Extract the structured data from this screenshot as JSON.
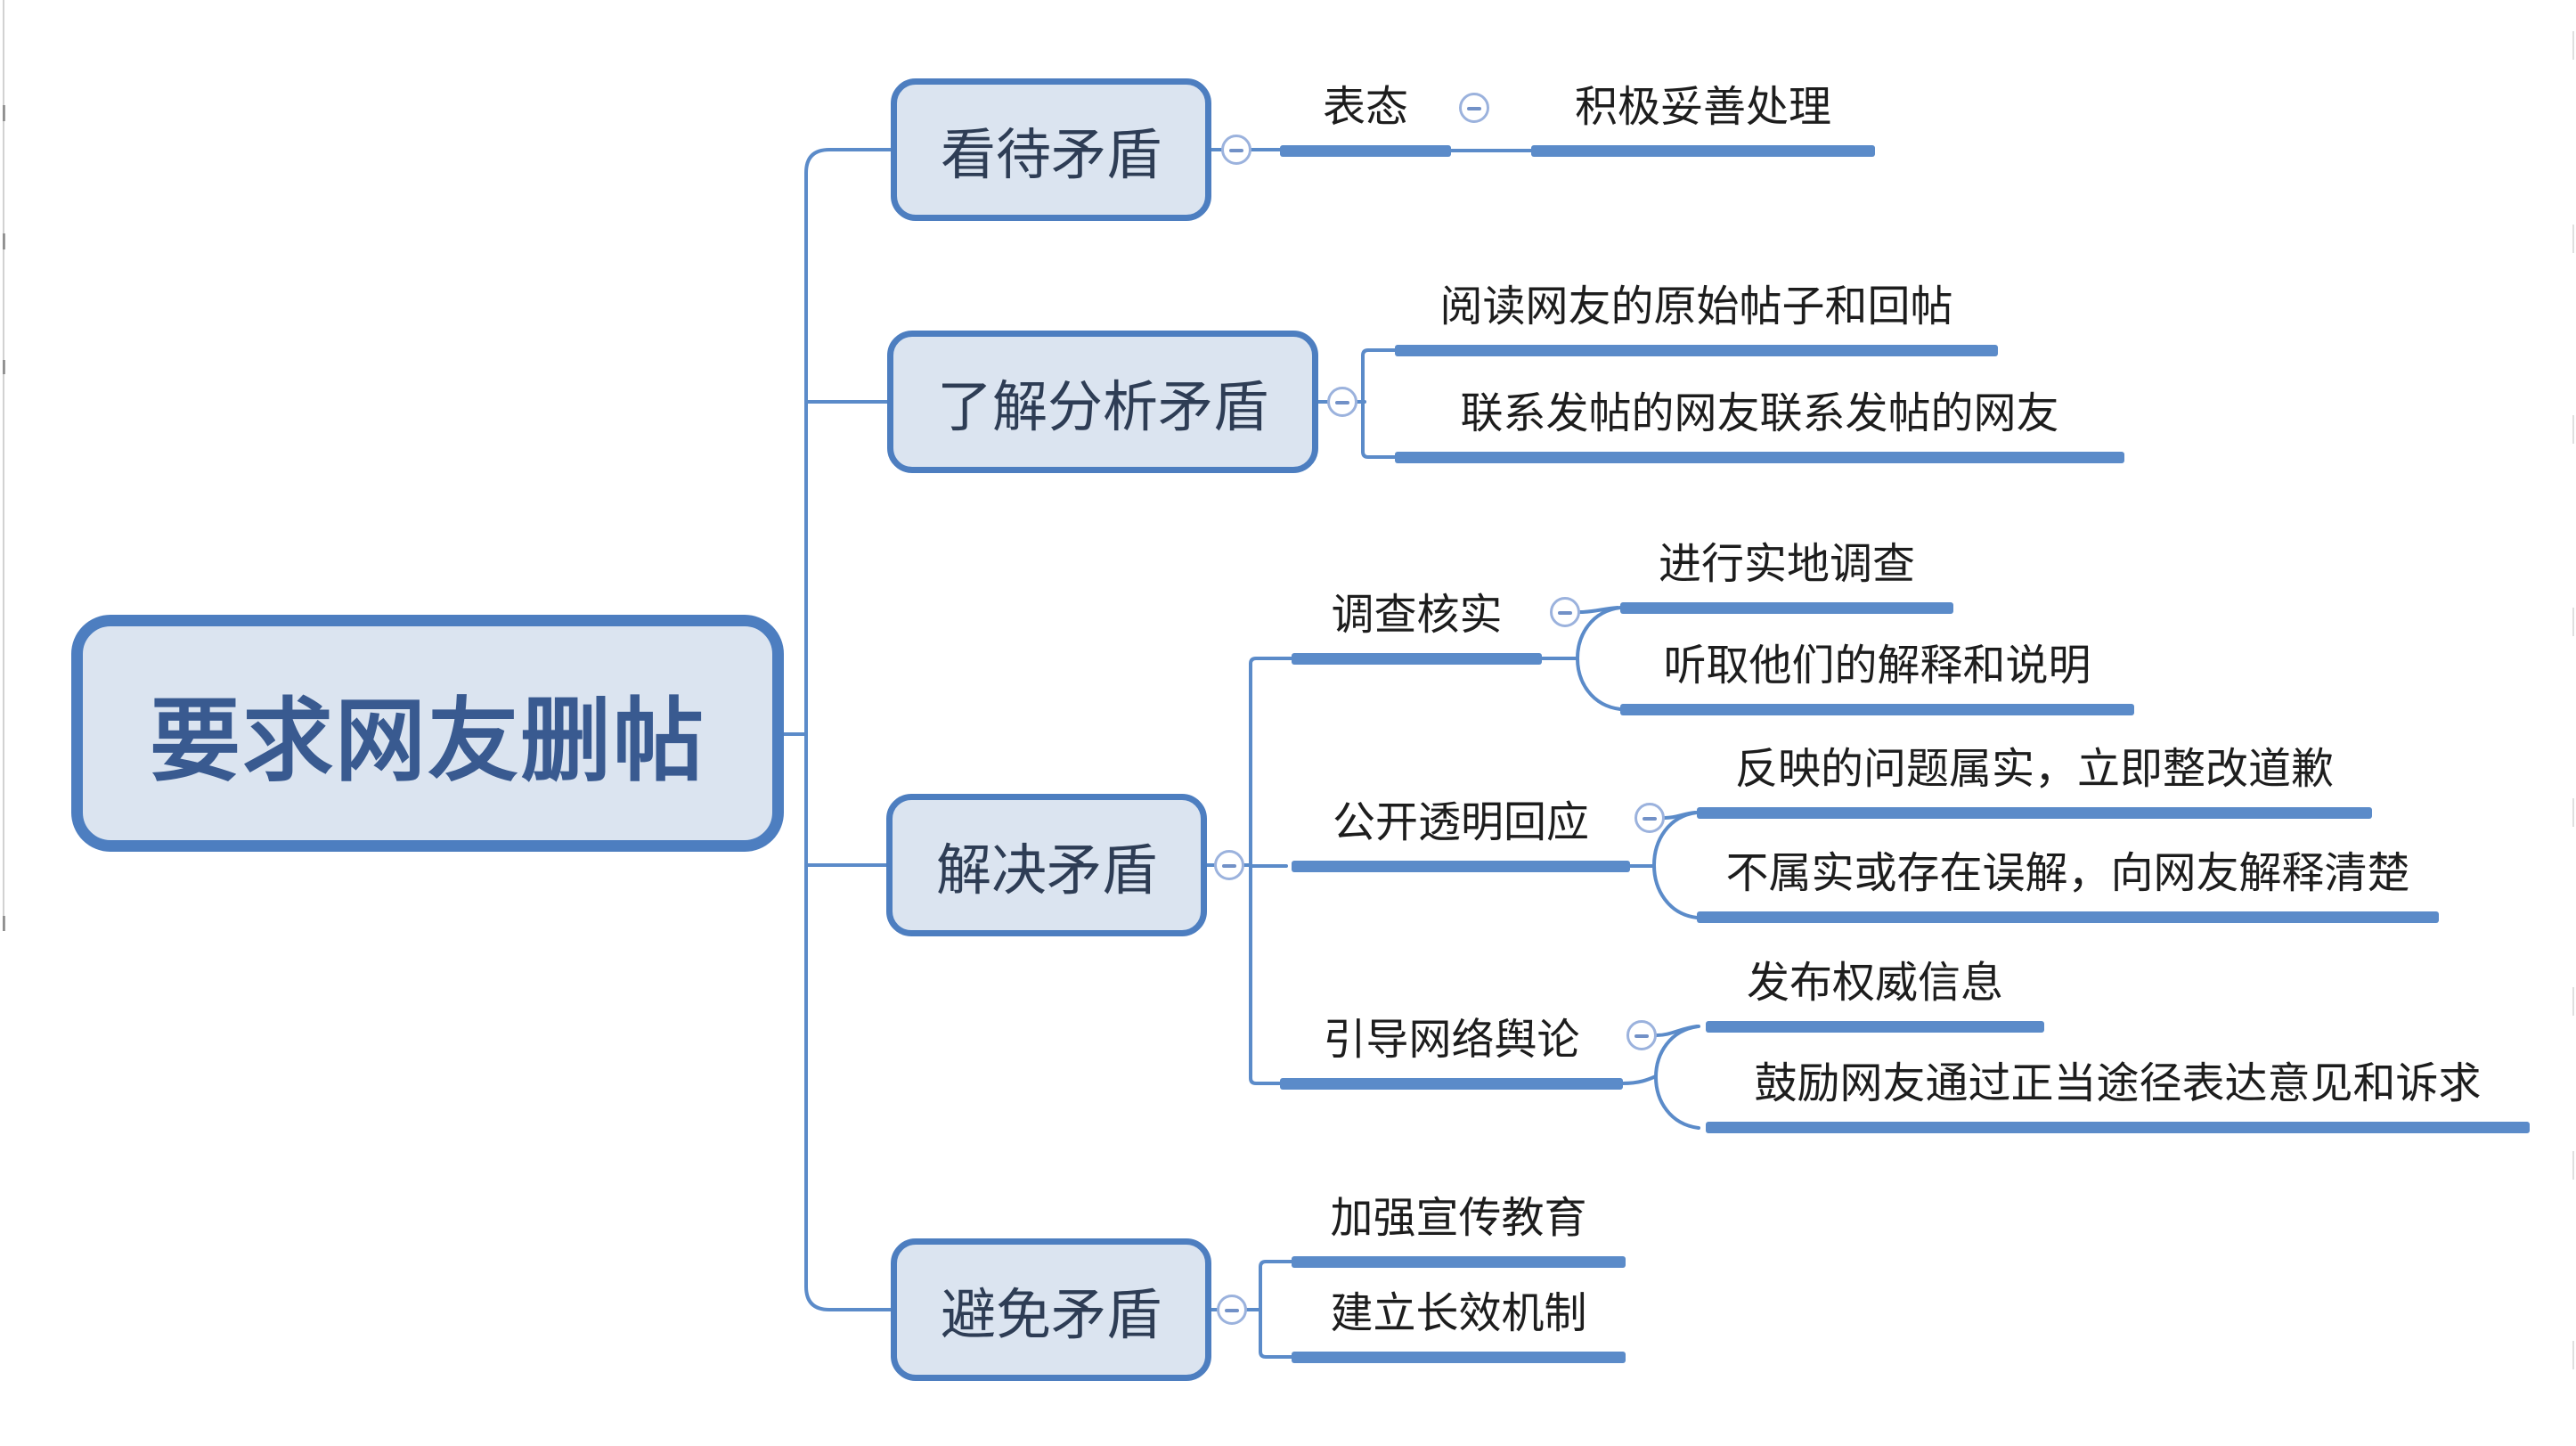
{
  "diagram_title": "要求网友删帖",
  "colors": {
    "node_fill": "#dbe4f0",
    "node_border": "#4d7ec0",
    "branch_line": "#5b8bc9",
    "root_text": "#395a90",
    "box_text": "#2e3d55",
    "line_text": "#1d1d1d",
    "toggle_ring": "#9bb2dd"
  },
  "root": {
    "label": "要求网友删帖"
  },
  "branches": [
    {
      "label": "看待矛盾",
      "children": [
        {
          "label": "表态",
          "children": [
            {
              "label": "积极妥善处理"
            }
          ]
        }
      ]
    },
    {
      "label": "了解分析矛盾",
      "children": [
        {
          "label": "阅读网友的原始帖子和回帖"
        },
        {
          "label": "联系发帖的网友联系发帖的网友"
        }
      ]
    },
    {
      "label": "解决矛盾",
      "children": [
        {
          "label": "调查核实",
          "children": [
            {
              "label": "进行实地调查"
            },
            {
              "label": "听取他们的解释和说明"
            }
          ]
        },
        {
          "label": "公开透明回应",
          "children": [
            {
              "label": "反映的问题属实，立即整改道歉"
            },
            {
              "label": "不属实或存在误解，向网友解释清楚"
            }
          ]
        },
        {
          "label": "引导网络舆论",
          "children": [
            {
              "label": "发布权威信息"
            },
            {
              "label": "鼓励网友通过正当途径表达意见和诉求"
            }
          ]
        }
      ]
    },
    {
      "label": "避免矛盾",
      "children": [
        {
          "label": "加强宣传教育"
        },
        {
          "label": "建立长效机制"
        }
      ]
    }
  ]
}
